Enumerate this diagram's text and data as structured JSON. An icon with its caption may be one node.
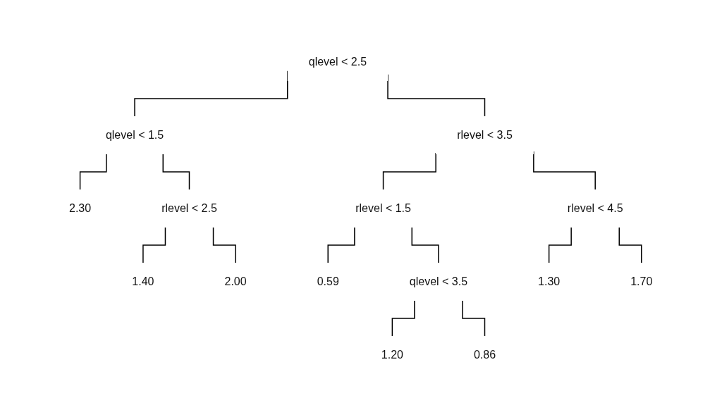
{
  "diagram": {
    "nodes": [
      {
        "text": [
          "qlevel < 2.5"
        ]
      },
      {
        "text": [
          "qlevel < 1.5"
        ]
      },
      {
        "text": [
          "rlevel < 3.5"
        ]
      },
      {
        "text": [
          "2.30"
        ]
      },
      {
        "text": [
          "rlevel < 2.5"
        ]
      },
      {
        "text": [
          "rlevel < 1.5"
        ]
      },
      {
        "text": [
          "rlevel < 4.5"
        ]
      },
      {
        "text": [
          "1.40"
        ]
      },
      {
        "text": [
          "2.00"
        ]
      },
      {
        "text": [
          "0.59"
        ]
      },
      {
        "text": [
          "qlevel < 3.5"
        ]
      },
      {
        "text": [
          "1.30"
        ]
      },
      {
        "text": [
          "1.70"
        ]
      },
      {
        "text": [
          "1.20"
        ]
      },
      {
        "text": [
          "0.86"
        ]
      }
    ],
    "edges": [
      {
        "from": 0,
        "to": 1,
        "arrow": "none"
      },
      {
        "from": 0,
        "to": 2,
        "arrow": "none"
      },
      {
        "from": 1,
        "to": 3,
        "arrow": "none"
      },
      {
        "from": 1,
        "to": 4,
        "arrow": "none"
      },
      {
        "from": 2,
        "to": 5,
        "arrow": "none"
      },
      {
        "from": 2,
        "to": 6,
        "arrow": "none"
      },
      {
        "from": 4,
        "to": 7,
        "arrow": "none"
      },
      {
        "from": 4,
        "to": 8,
        "arrow": "none"
      },
      {
        "from": 5,
        "to": 9,
        "arrow": "none"
      },
      {
        "from": 5,
        "to": 10,
        "arrow": "none"
      },
      {
        "from": 6,
        "to": 11,
        "arrow": "none"
      },
      {
        "from": 6,
        "to": 12,
        "arrow": "none"
      },
      {
        "from": 10,
        "to": 13,
        "arrow": "none"
      },
      {
        "from": 10,
        "to": 14,
        "arrow": "none"
      }
    ]
  }
}
